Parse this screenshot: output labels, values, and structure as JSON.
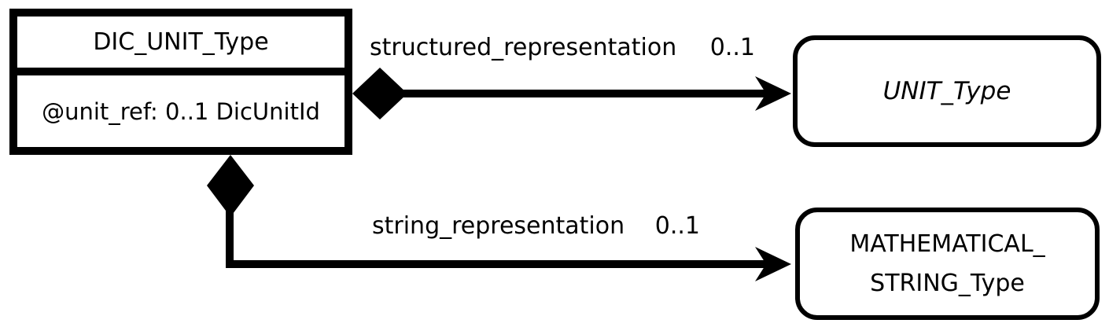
{
  "colors": {
    "stroke": "#000000",
    "background": "#ffffff",
    "text": "#000000"
  },
  "diagram": {
    "main_class": {
      "name": "DIC_UNIT_Type",
      "attribute": "@unit_ref: 0..1 DicUnitId"
    },
    "targets": {
      "unit": {
        "name": "UNIT_Type"
      },
      "math_string": {
        "line1": "MATHEMATICAL_",
        "line2": "STRING_Type"
      }
    },
    "relationships": {
      "structured": {
        "label": "structured_representation",
        "multiplicity": "0..1",
        "kind": "composition",
        "from": "DIC_UNIT_Type",
        "to": "UNIT_Type"
      },
      "string": {
        "label": "string_representation",
        "multiplicity": "0..1",
        "kind": "composition",
        "from": "DIC_UNIT_Type",
        "to": "MATHEMATICAL_STRING_Type"
      }
    }
  }
}
